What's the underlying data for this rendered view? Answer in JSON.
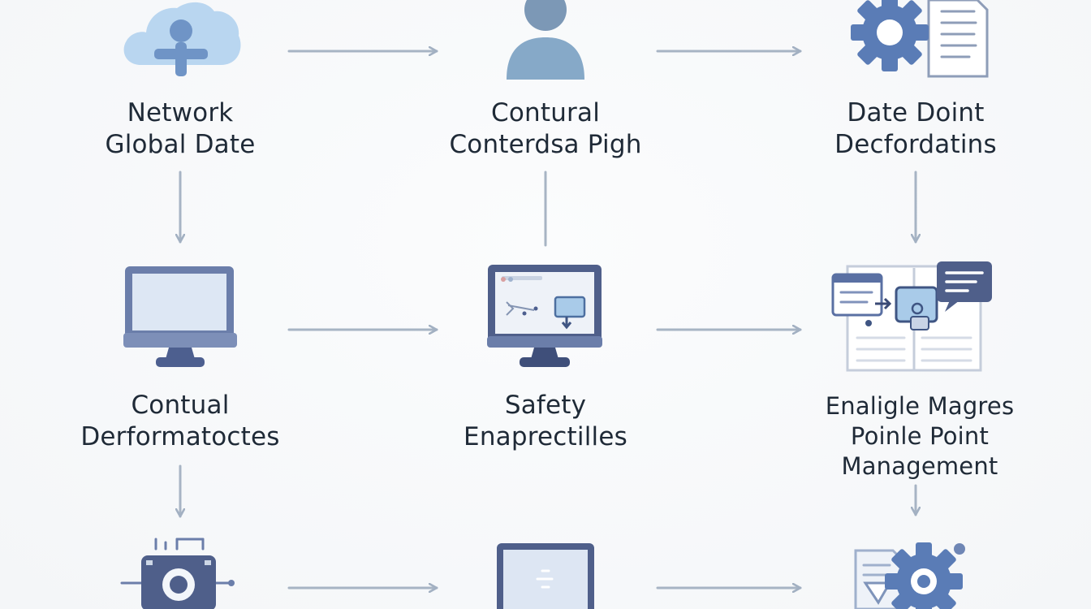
{
  "nodes": [
    {
      "id": "network",
      "icon": "cloud-user-icon",
      "lines": [
        "Network",
        "Global Date"
      ]
    },
    {
      "id": "contural",
      "icon": "user-icon",
      "lines": [
        "Contural",
        "Conterdsa Pigh"
      ]
    },
    {
      "id": "date-doint",
      "icon": "gear-document-icon",
      "lines": [
        "Date Doint",
        "Decfordatins"
      ]
    },
    {
      "id": "contual",
      "icon": "monitor-icon",
      "lines": [
        "Contual",
        "Derformatoctes"
      ]
    },
    {
      "id": "safety",
      "icon": "monitor-chart-icon",
      "lines": [
        "Safety",
        "Enaprectilles"
      ]
    },
    {
      "id": "enaligle",
      "icon": "document-chat-icon",
      "lines": [
        "Enaligle Magres",
        "Poinle Point",
        "Management"
      ]
    },
    {
      "id": "bottom-left",
      "icon": "circuit-camera-icon",
      "lines": []
    },
    {
      "id": "bottom-center",
      "icon": "monitor-icon",
      "lines": []
    },
    {
      "id": "bottom-right",
      "icon": "gear-document-icon",
      "lines": []
    }
  ],
  "edges": [
    {
      "from": "network",
      "to": "contural"
    },
    {
      "from": "contural",
      "to": "date-doint"
    },
    {
      "from": "network",
      "to": "contual"
    },
    {
      "from": "contural",
      "to": "safety"
    },
    {
      "from": "date-doint",
      "to": "enaligle"
    },
    {
      "from": "contual",
      "to": "safety"
    },
    {
      "from": "safety",
      "to": "enaligle"
    },
    {
      "from": "contual",
      "to": "bottom-left"
    },
    {
      "from": "enaligle",
      "to": "bottom-right"
    },
    {
      "from": "bottom-left",
      "to": "bottom-center"
    },
    {
      "from": "bottom-center",
      "to": "bottom-right"
    }
  ],
  "colors": {
    "arrow": "#a7b4c4",
    "icon_dark": "#4d5f8f",
    "icon_mid": "#6f86b5",
    "icon_light": "#b9d6f0",
    "text": "#1f2a37"
  }
}
